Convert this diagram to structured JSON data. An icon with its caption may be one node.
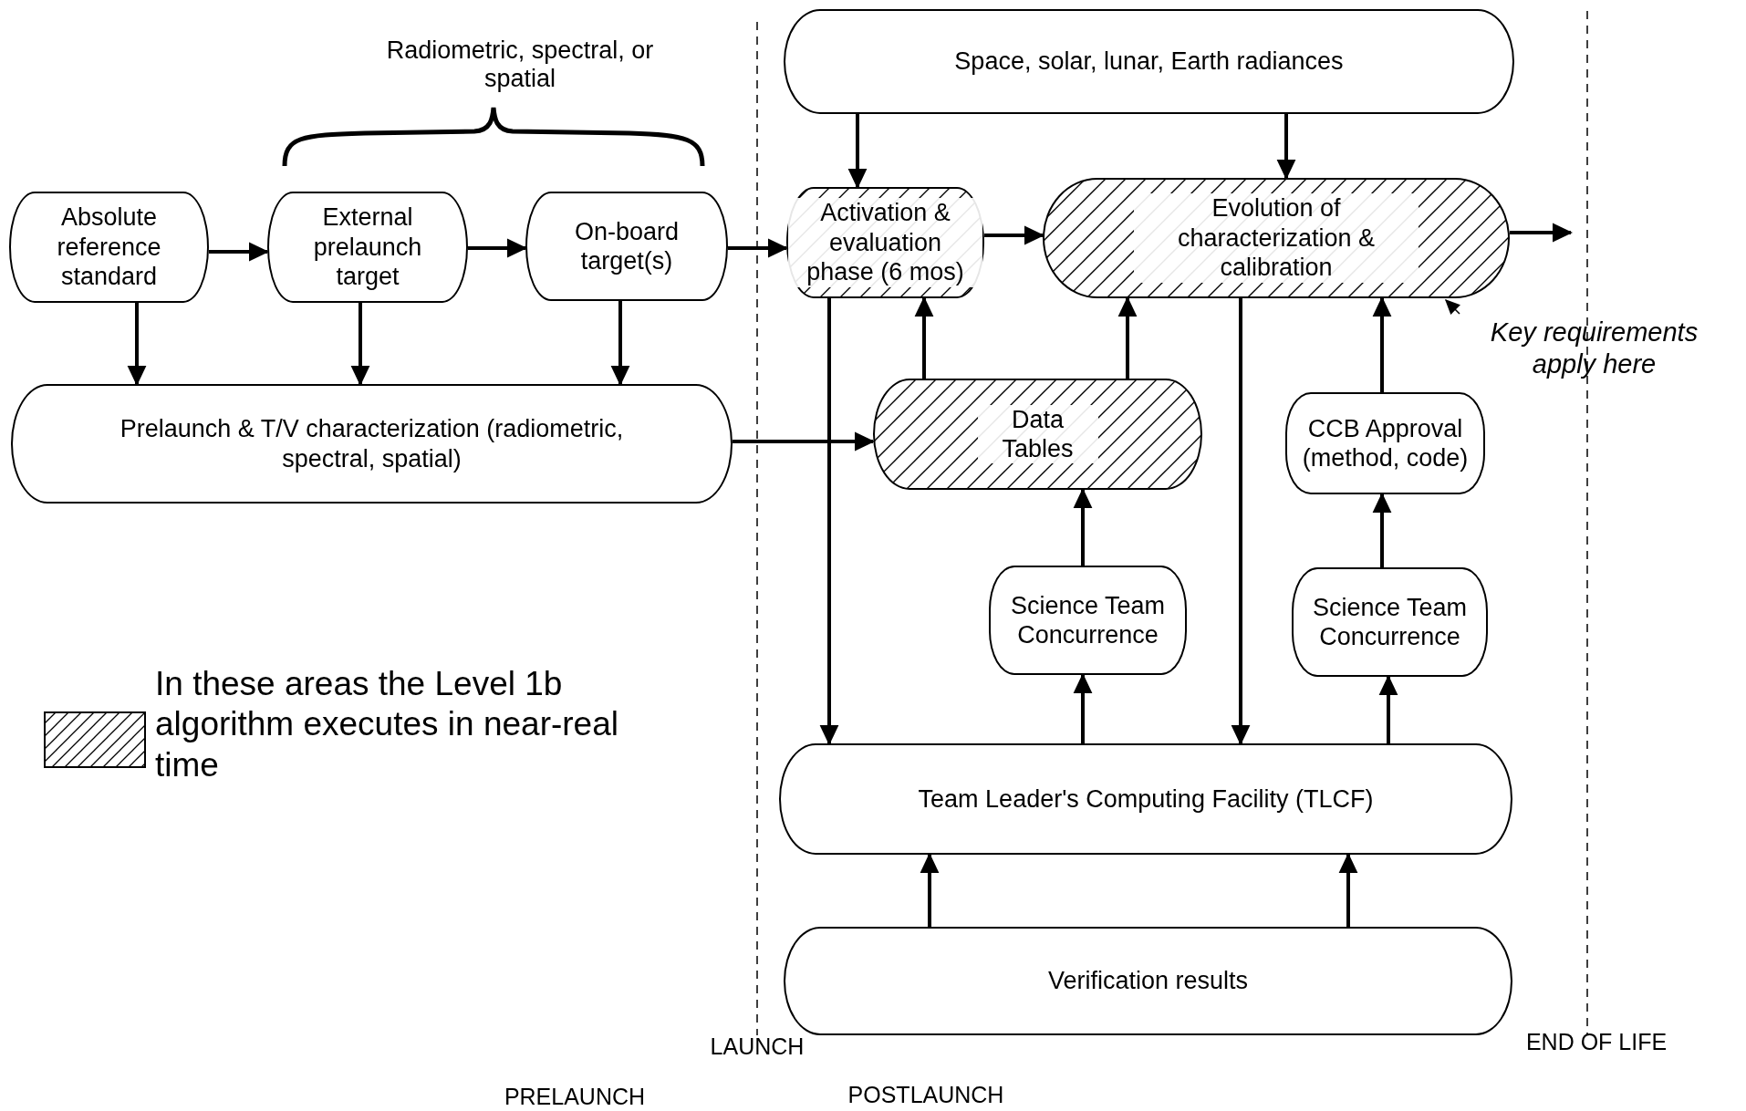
{
  "diagram": {
    "nodes": [
      {
        "text": [
          "Absolute reference standard"
        ]
      },
      {
        "text": [
          "External prelaunch target"
        ]
      },
      {
        "text": [
          "On-board target(s)"
        ]
      },
      {
        "text": [
          "Prelaunch & T/V characterization (radiometric, spectral, spatial)"
        ]
      },
      {
        "text": [
          "Space, solar, lunar, Earth radiances"
        ]
      },
      {
        "text": [
          "Activation & evaluation phase (6 mos)"
        ]
      },
      {
        "text": [
          "Evolution of characterization & calibration"
        ]
      },
      {
        "text": [
          "Data Tables"
        ]
      },
      {
        "text": [
          "CCB Approval (method, code)"
        ]
      },
      {
        "text": [
          "Science Team Concurrence"
        ]
      },
      {
        "text": [
          "Science Team Concurrence"
        ]
      },
      {
        "text": [
          "Team Leader's Computing Facility (TLCF)"
        ]
      },
      {
        "text": [
          "Verification results"
        ]
      },
      {
        "text": [
          "Key requirements apply here"
        ]
      }
    ],
    "edges": [
      {
        "from": 0,
        "to": 1,
        "arrow": "to"
      },
      {
        "from": 1,
        "to": 2,
        "arrow": "to"
      },
      {
        "from": 2,
        "to": 5,
        "arrow": "to"
      },
      {
        "from": 5,
        "to": 6,
        "arrow": "to"
      },
      {
        "from": 6,
        "to": null,
        "arrow": "to"
      },
      {
        "from": 0,
        "to": 3,
        "arrow": "to"
      },
      {
        "from": 1,
        "to": 3,
        "arrow": "to"
      },
      {
        "from": 2,
        "to": 3,
        "arrow": "to"
      },
      {
        "from": 3,
        "to": 7,
        "arrow": "to"
      },
      {
        "from": 4,
        "to": 5,
        "arrow": "to"
      },
      {
        "from": 4,
        "to": 6,
        "arrow": "to"
      },
      {
        "from": 7,
        "to": 5,
        "arrow": "to"
      },
      {
        "from": 7,
        "to": 6,
        "arrow": "to"
      },
      {
        "from": 9,
        "to": 7,
        "arrow": "to"
      },
      {
        "from": 11,
        "to": 9,
        "arrow": "to"
      },
      {
        "from": 11,
        "to": 10,
        "arrow": "to"
      },
      {
        "from": 10,
        "to": 8,
        "arrow": "to"
      },
      {
        "from": 8,
        "to": 6,
        "arrow": "to"
      },
      {
        "from": 5,
        "to": 11,
        "arrow": "to"
      },
      {
        "from": 6,
        "to": 11,
        "arrow": "to"
      },
      {
        "from": 12,
        "to": 11,
        "arrow": "to"
      },
      {
        "from": 12,
        "to": 11,
        "arrow": "to"
      },
      {
        "from": 13,
        "to": 6,
        "arrow": "to"
      }
    ],
    "labels": [
      "Radiometric, spectral, or spatial",
      "LAUNCH",
      "END OF LIFE",
      "PRELAUNCH",
      "POSTLAUNCH"
    ],
    "legend": [
      {
        "text": "In these areas the Level 1b algorithm executes in near-real time"
      }
    ]
  }
}
